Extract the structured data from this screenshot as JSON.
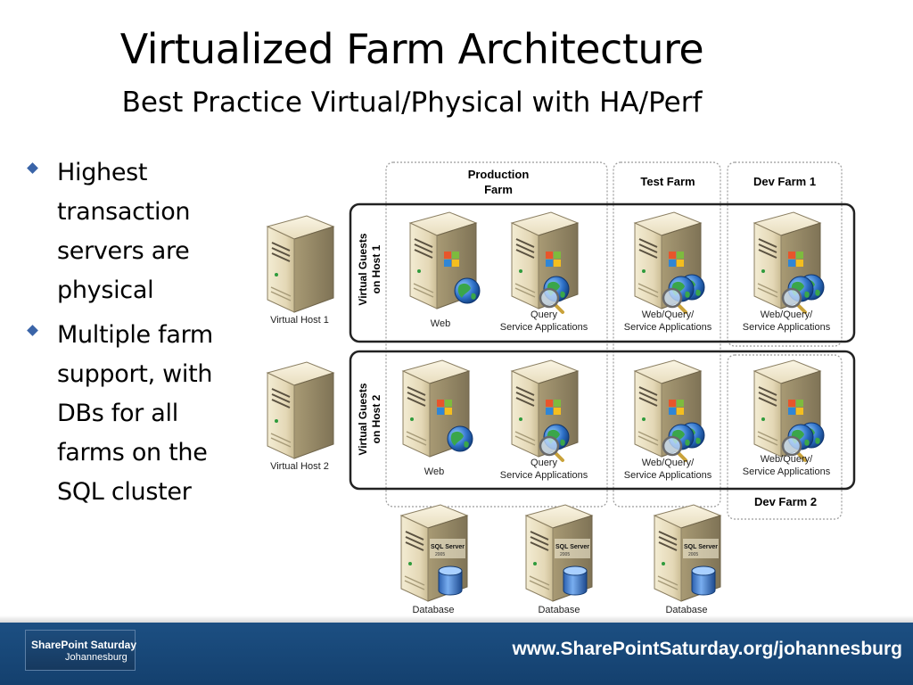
{
  "slide": {
    "title": "Virtualized Farm Architecture",
    "subtitle": "Best Practice Virtual/Physical with HA/Perf",
    "bullets": [
      "Highest transaction servers are physical",
      "Multiple farm support, with DBs for all farms on the SQL cluster"
    ],
    "footer_url": "www.SharePointSaturday.org/johannesburg",
    "logo_line1": "SharePoint Saturday",
    "logo_line2": "Johannesburg"
  },
  "diagram": {
    "farms": {
      "production": [
        "Production",
        "Farm"
      ],
      "test": "Test Farm",
      "dev1": "Dev Farm 1",
      "dev2": "Dev Farm 2"
    },
    "hosts": {
      "host1_guest_label": [
        "Virtual Guests",
        "on Host 1"
      ],
      "host2_guest_label": [
        "Virtual Guests",
        "on Host 2"
      ],
      "host1": "Virtual Host 1",
      "host2": "Virtual Host 2"
    },
    "servers": {
      "web": "Web",
      "query": [
        "Query",
        "Service Applications"
      ],
      "webquery": [
        "Web/Query/",
        "Service Applications"
      ]
    },
    "database": {
      "label": "Database",
      "badge_line1": "SQL Server",
      "badge_line2": "2005"
    }
  }
}
